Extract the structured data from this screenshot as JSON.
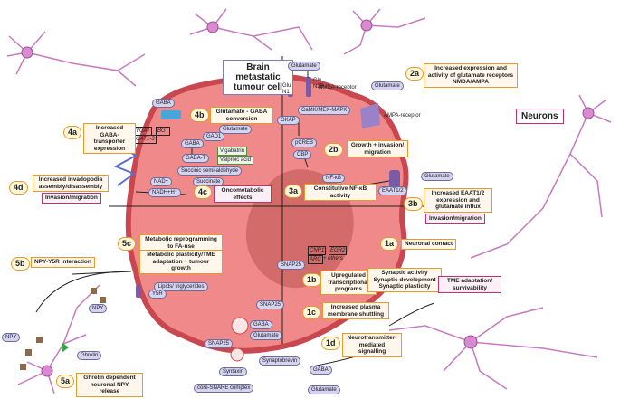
{
  "title": "Brain metastatic tumour cell",
  "neurons_label": "Neurons",
  "badges": {
    "b1a": "1a",
    "b1b": "1b",
    "b1c": "1c",
    "b1d": "1d",
    "b2a": "2a",
    "b2b": "2b",
    "b3a": "3a",
    "b3b": "3b",
    "b4a": "4a",
    "b4b": "4b",
    "b4c": "4c",
    "b4d": "4d",
    "b5a": "5a",
    "b5b": "5b",
    "b5c": "5c"
  },
  "boxes": {
    "increased_glutamate_receptors": "Increased expression and activity of glutamate receptors NMDA/AMPA",
    "increased_gaba_transporter": "Increased GABA-transporter expression",
    "glutamate_gaba_conversion": "Glutamate - GABA conversion",
    "oncometabolic_effects": "Oncometabolic effects",
    "increased_invadopodia": "Increased invadopodia assembly/disassembly",
    "invasion_migration_4d": "Invasion/migration",
    "growth_invasion_migration": "Growth + invasion/ migration",
    "constitutive_nfkb": "Constitutive NF-κB activity",
    "increased_eaat": "Increased EAAT1/2 expression and glutamate influx",
    "invasion_migration_3b": "Invasion/migration",
    "neuronal_contact": "Neuronal contact",
    "metabolic_reprogramming": "Metabolic reprogramming to FA-use",
    "metabolic_plasticity": "Metabolic plasticity/TME adaptation + tumour growth",
    "npy_y5r_interaction": "NPY-Y5R interaction",
    "upregulated_programs": "Upregulated transcriptional programs",
    "synaptic_activity": "Synaptic activity Synaptic development Synaptic plasticity",
    "tme_adaptation": "TME adaptation/ survivability",
    "increased_plasma_shuttling": "Increased plasma membrane shuttling",
    "neurotransmitter_signalling": "Neurotransmitter-mediated signalling",
    "ghrelin_npy_release": "Ghrelin dependent neuronal NPY release"
  },
  "labels": {
    "glutamate_top": "Glutamate",
    "glutamate_right_top": "Glutamate",
    "glu_n1": "Glu N1",
    "glu_n2b": "Glu N2B",
    "nmda_receptor": "NMDA-receptor",
    "ampa_receptor": "AMPA-receptor",
    "camk": "CaMK/MEK-MAPK",
    "gkap": "GKAP",
    "pcreb": "pCREB",
    "cbp": "CBP",
    "nfkb": "NF-κB",
    "eaat12": "EAAT1/2",
    "glutamate_eaat": "Glutamate",
    "gaba_top_left": "GABA",
    "vgat": "VGAT",
    "bgt": "BGT",
    "gat13": "GAT1-3",
    "glutamate_4b": "Glutamate",
    "gad1": "GAD1",
    "gaba_cell": "GABA",
    "gaba_t": "GABA-T",
    "vigabatrin": "Vigabatrin",
    "valproic_acid": "Valproic acid",
    "succinic_semialdehyde": "Succinic semi-aldehyde",
    "succinate": "Succinate",
    "nad": "NAD+",
    "nadh": "NADH+H⁺",
    "cnr1": "CNR1",
    "egr2": "EGR2",
    "arc": "ARC",
    "others": "+ others",
    "snap25_mid": "SNAP25",
    "snap25_low": "SNAP25",
    "snap25_bottom": "SNAP25",
    "gaba_bottom": "GABA",
    "glutamate_bottom": "Glutamate",
    "syntaxin": "Syntaxin",
    "synaptobrevin": "Synaptobrevin",
    "core_snare": "core-SNARE complex",
    "lipids": "Lipids/ triglycerides",
    "y5r": "Y5R",
    "npy_cell": "NPY",
    "npy_left": "NPY",
    "ghrelin": "Ghrelin",
    "gaba_bottom_right": "GABA",
    "glutamate_bottom_right": "Glutamate"
  },
  "colors": {
    "cell_fill": "#f08a8a",
    "cell_border": "#c9484f",
    "nucleus": "#c96060",
    "neuron": "#d98ad0",
    "box_orange": "#e79a2a",
    "box_magenta": "#c2306f",
    "pill_fill": "#d6d3ec"
  }
}
